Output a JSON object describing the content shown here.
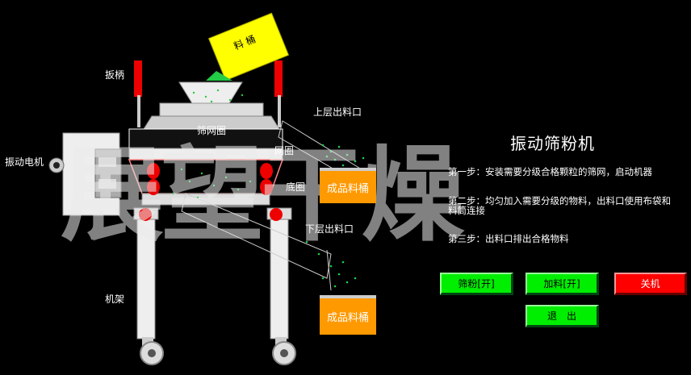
{
  "labels": {
    "bucket": "料 桶",
    "handle": "扳柄",
    "upper_outlet": "上层出料口",
    "screen_ring": "筛网圈",
    "mesh_ring": "网圈",
    "bottom_ring": "底圈",
    "vibration_motor": "振动电机",
    "lower_outlet": "下层出料口",
    "frame": "机架",
    "product_upper": "成品料桶",
    "product_lower": "成品料桶"
  },
  "watermark": "展望干燥",
  "title": "振动筛粉机",
  "steps": [
    "第一步：安装需要分级合格颗粒的筛网，启动机器",
    "第二步：均匀加入需要分级的物料，出料口使用布袋和料筒连接",
    "第三步：出料口排出合格物料"
  ],
  "buttons": {
    "sieve": "筛粉[开]",
    "feed": "加料[开]",
    "shutdown": "关机",
    "exit": "退　出"
  },
  "colors": {
    "button_green": "#00ee00",
    "button_red": "#ff0000",
    "product_bin": "#ff9900",
    "bucket_yellow": "#ffff00",
    "powder_green": "#22cc44"
  }
}
